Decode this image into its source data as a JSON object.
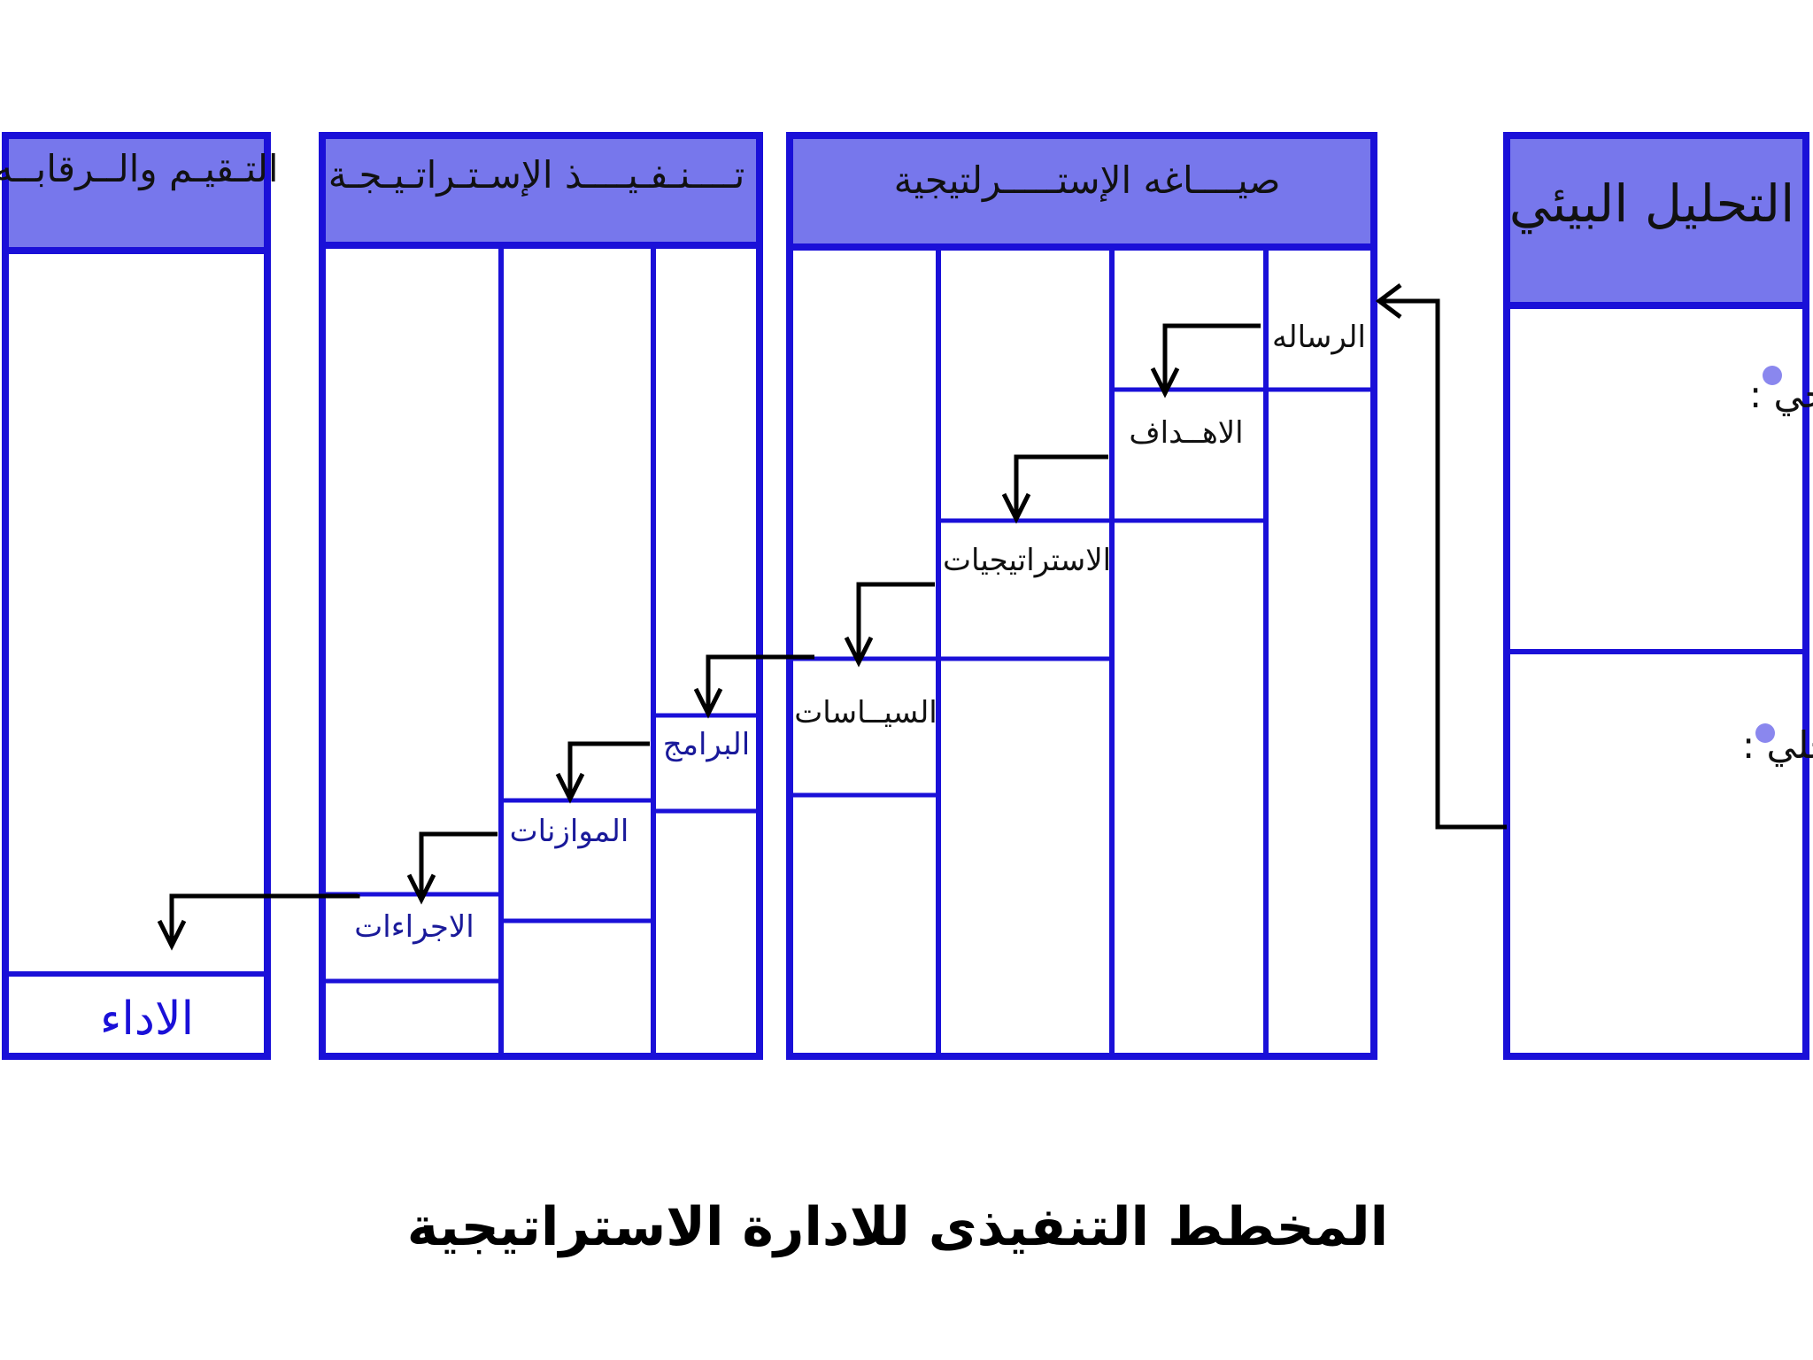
{
  "columns": {
    "environmental_analysis": {
      "title": "التحليل البيئي",
      "external": "التحليل الخارجي :",
      "internal": "التحليل الداخلي :"
    },
    "formulation": {
      "title": "صيــــاغه الإستـــــرلتيجية",
      "mission": "الرساله",
      "objectives": "الاهــداف",
      "strategies": "الاستراتيجيات",
      "policies": "السيــاسات"
    },
    "implementation": {
      "title": "تــــنـفـيــــذ الإسـتـراتـيـجـة",
      "programs": "البرامج",
      "budgets": "الموازنات",
      "procedures": "الاجراءات"
    },
    "evaluation": {
      "title": "التـقيـم والــرقابــه",
      "performance": "الاداء"
    }
  },
  "caption": "المخطط التنفيذى للادارة الاستراتيجية",
  "colors": {
    "frame_blue": "#1a10d8",
    "header_fill": "#7777ec",
    "arrow": "#000000"
  }
}
